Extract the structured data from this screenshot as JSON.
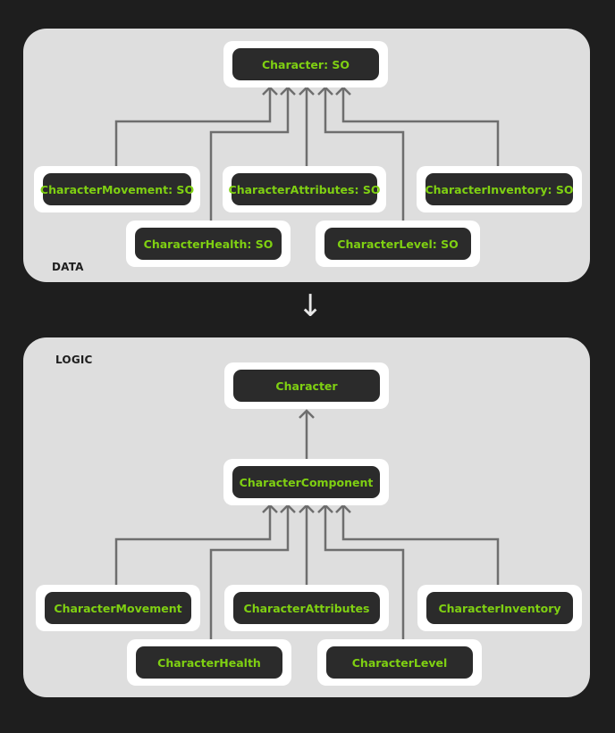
{
  "data_panel": {
    "label": "DATA",
    "root": "Character: SO",
    "children": [
      "CharacterMovement: SO",
      "CharacterAttributes: SO",
      "CharacterInventory: SO",
      "CharacterHealth: SO",
      "CharacterLevel: SO"
    ]
  },
  "transition_arrow": "↓",
  "logic_panel": {
    "label": "LOGIC",
    "root": "Character",
    "component": "CharacterComponent",
    "children": [
      "CharacterMovement",
      "CharacterAttributes",
      "CharacterInventory",
      "CharacterHealth",
      "CharacterLevel"
    ]
  },
  "colors": {
    "background": "#1e1e1e",
    "panel": "#dedede",
    "node_border": "#ffffff",
    "node_fill": "#2b2b2b",
    "node_text": "#7fd012",
    "connector": "#6e6e6e"
  }
}
